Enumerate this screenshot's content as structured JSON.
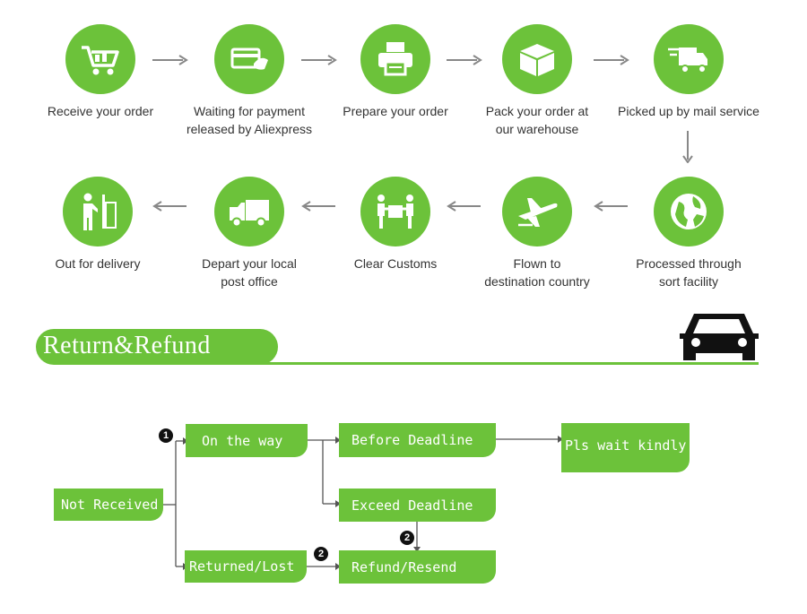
{
  "colors": {
    "accent": "#6cc23a",
    "text": "#333333",
    "arrow": "#888888",
    "dark": "#111111"
  },
  "steps": [
    {
      "label": "Receive your order",
      "icon": "shopping-cart-icon"
    },
    {
      "label": "Waiting for payment\nreleased by Aliexpress",
      "icon": "credit-card-icon"
    },
    {
      "label": "Prepare your order",
      "icon": "printer-icon"
    },
    {
      "label": "Pack your order at\nour warehouse",
      "icon": "box-icon"
    },
    {
      "label": "Picked up by mail service",
      "icon": "delivery-truck-icon"
    },
    {
      "label": "Processed through\nsort facility",
      "icon": "globe-icon"
    },
    {
      "label": "Flown to\ndestination country",
      "icon": "airplane-icon"
    },
    {
      "label": "Clear Customs",
      "icon": "customs-icon"
    },
    {
      "label": "Depart your local\npost office",
      "icon": "truck-icon"
    },
    {
      "label": "Out for delivery",
      "icon": "delivery-person-icon"
    }
  ],
  "banner": {
    "title": "Return&Refund",
    "icon": "car-icon"
  },
  "flow": {
    "not_received": "Not Received",
    "on_the_way": "On the way",
    "returned_lost": "Returned/Lost",
    "before_deadline": "Before Deadline",
    "exceed_deadline": "Exceed Deadline",
    "refund_resend": "Refund/Resend",
    "wait": "Pls wait kindly",
    "badge1": "1",
    "badge2": "2"
  }
}
